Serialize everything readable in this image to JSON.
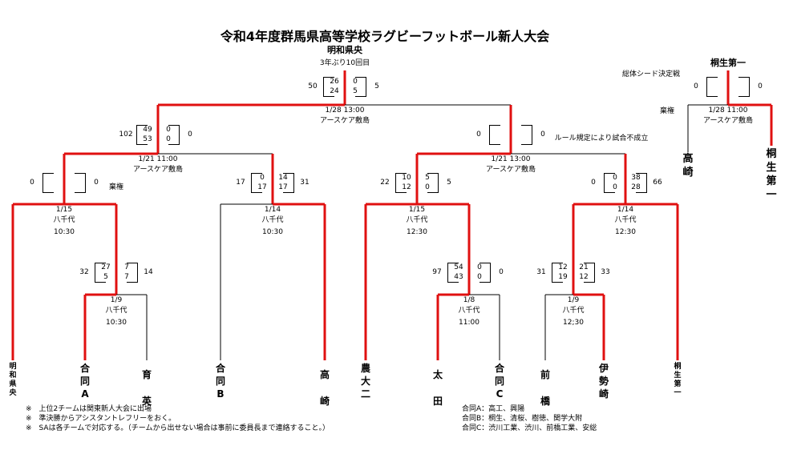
{
  "title": "令和4年度群馬県高等学校ラグビーフットボール新人大会",
  "champion": {
    "name": "明和県央",
    "note": "3年ぶり10回目"
  },
  "seed_match": {
    "heading": "総体シード決定戦",
    "winner": "桐生第一",
    "forfeit_note": "棄権",
    "left_team": "高崎",
    "right_team": "桐生第一"
  },
  "colors": {
    "winner_line": "#e01010",
    "line": "#000000"
  },
  "matches": {
    "final": {
      "date": "1/28 13:00",
      "venue": "アースケア敷島",
      "left_total": "50",
      "left_h": [
        "26",
        "24"
      ],
      "right_h": [
        "0",
        "5"
      ],
      "right_total": "5"
    },
    "seed": {
      "date": "1/28 11:00",
      "venue": "アースケア敷島",
      "left_total": "0",
      "left_h": [
        "",
        ""
      ],
      "right_h": [
        "",
        ""
      ],
      "right_total": "0"
    },
    "semi1": {
      "date": "1/21 11:00",
      "venue": "アースケア敷島",
      "left_total": "102",
      "left_h": [
        "49",
        "53"
      ],
      "right_h": [
        "0",
        "0"
      ],
      "right_total": "0"
    },
    "semi2": {
      "date": "1/21 13:00",
      "venue": "アースケア敷島",
      "left_total": "0",
      "left_h": [
        "",
        ""
      ],
      "right_h": [
        "",
        ""
      ],
      "right_total": "0",
      "note": "ルール規定により試合不成立"
    },
    "qf1": {
      "date": "1/15",
      "venue": "八千代",
      "time": "10:30",
      "left_total": "0",
      "left_h": [
        "",
        ""
      ],
      "right_h": [
        "",
        ""
      ],
      "right_total": "0",
      "note": "棄権"
    },
    "qf2": {
      "date": "1/14",
      "venue": "八千代",
      "time": "10:30",
      "left_total": "17",
      "left_h": [
        "0",
        "17"
      ],
      "right_h": [
        "14",
        "17"
      ],
      "right_total": "31"
    },
    "qf3": {
      "date": "1/15",
      "venue": "八千代",
      "time": "12:30",
      "left_total": "22",
      "left_h": [
        "10",
        "12"
      ],
      "right_h": [
        "5",
        "0"
      ],
      "right_total": "5"
    },
    "qf4": {
      "date": "1/14",
      "venue": "八千代",
      "time": "12:30",
      "left_total": "0",
      "left_h": [
        "0",
        "0"
      ],
      "right_h": [
        "38",
        "28"
      ],
      "right_total": "66"
    },
    "r1a": {
      "date": "1/9",
      "venue": "八千代",
      "time": "10:30",
      "left_total": "32",
      "left_h": [
        "27",
        "5"
      ],
      "right_h": [
        "7",
        "7"
      ],
      "right_total": "14"
    },
    "r1b": {
      "date": "1/8",
      "venue": "八千代",
      "time": "11:00",
      "left_total": "97",
      "left_h": [
        "54",
        "43"
      ],
      "right_h": [
        "0",
        "0"
      ],
      "right_total": "0"
    },
    "r1c": {
      "date": "1/9",
      "venue": "八千代",
      "time": "12;30",
      "left_total": "31",
      "left_h": [
        "12",
        "19"
      ],
      "right_h": [
        "21",
        "12"
      ],
      "right_total": "33"
    }
  },
  "teams": [
    "明和県央",
    "合同A",
    "育英",
    "合同B",
    "高崎",
    "農大二",
    "太田",
    "合同C",
    "前橋",
    "伊勢崎",
    "桐生第一"
  ],
  "notes_left": [
    "※　上位2チームは関東新人大会に出場",
    "※　準決勝からアシスタントレフリーをおく。",
    "※　SAは各チームで対応する。（チームから出せない場合は事前に委員長まで連絡すること。）"
  ],
  "notes_right": [
    "合同A：高工、興陽",
    "合同B：桐生、清桜、樹徳、関学大附",
    "合同C：渋川工業、渋川、前橋工業、安総"
  ]
}
